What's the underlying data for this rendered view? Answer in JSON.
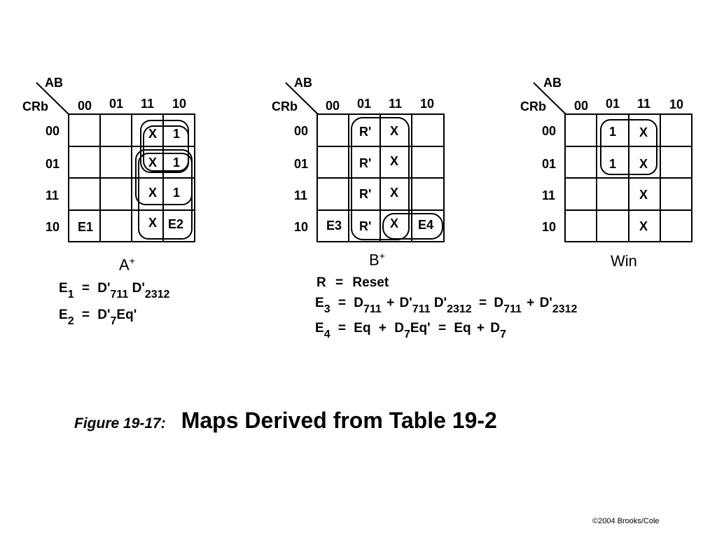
{
  "maps": [
    {
      "name": "A",
      "sup": "+",
      "var_col": "AB",
      "var_row": "CRb",
      "col_headers": [
        "00",
        "01",
        "11",
        "10"
      ],
      "row_headers": [
        "00",
        "01",
        "11",
        "10"
      ],
      "cells": [
        [
          "",
          "",
          "X",
          "1"
        ],
        [
          "",
          "",
          "X",
          "1"
        ],
        [
          "",
          "",
          "X",
          "1"
        ],
        [
          "E1",
          "",
          "X",
          "E2"
        ]
      ]
    },
    {
      "name": "B",
      "sup": "+",
      "var_col": "AB",
      "var_row": "CRb",
      "col_headers": [
        "00",
        "01",
        "11",
        "10"
      ],
      "row_headers": [
        "00",
        "01",
        "11",
        "10"
      ],
      "cells": [
        [
          "",
          "R'",
          "X",
          ""
        ],
        [
          "",
          "R'",
          "X",
          ""
        ],
        [
          "",
          "R'",
          "X",
          ""
        ],
        [
          "E3",
          "R'",
          "X",
          "E4"
        ]
      ]
    },
    {
      "name": "Win",
      "sup": "",
      "var_col": "AB",
      "var_row": "CRb",
      "col_headers": [
        "00",
        "01",
        "11",
        "10"
      ],
      "row_headers": [
        "00",
        "01",
        "11",
        "10"
      ],
      "cells": [
        [
          "",
          "1",
          "X",
          ""
        ],
        [
          "",
          "1",
          "X",
          ""
        ],
        [
          "",
          "",
          "X",
          ""
        ],
        [
          "",
          "",
          "X",
          ""
        ]
      ]
    }
  ],
  "equations": {
    "e1": {
      "lhs": "E",
      "lhs_sub": "1",
      "eq": "=",
      "p1": "D'",
      "p1_sub": "711",
      "p2": "D'",
      "p2_sub": "2312"
    },
    "e2": {
      "lhs": "E",
      "lhs_sub": "2",
      "eq": "=",
      "p1": "D'",
      "p1_sub": "7",
      "p2": "Eq'"
    },
    "r": {
      "lhs": "R",
      "eq": "=",
      "rhs": "Reset"
    },
    "e3": {
      "lhs": "E",
      "lhs_sub": "3",
      "eq": "=",
      "p1": "D",
      "p1_sub": "711",
      "plus": "+",
      "p2": "D'",
      "p2_sub": "711",
      "p3": "D'",
      "p3_sub": "2312",
      "eq2": "=",
      "p4": "D",
      "p4_sub": "711",
      "plus2": "+",
      "p5": "D'",
      "p5_sub": "2312"
    },
    "e4": {
      "lhs": "E",
      "lhs_sub": "4",
      "eq": "=",
      "p1": "Eq",
      "plus": "+",
      "p2": "D",
      "p2_sub": "7",
      "p2b": "Eq'",
      "eq2": "=",
      "p3": "Eq",
      "plus2": "+",
      "p4": "D",
      "p4_sub": "7"
    }
  },
  "caption": {
    "label": "Figure 19-17:",
    "text": "Maps Derived from Table 19-2"
  },
  "copyright": "©2004 Brooks/Cole"
}
